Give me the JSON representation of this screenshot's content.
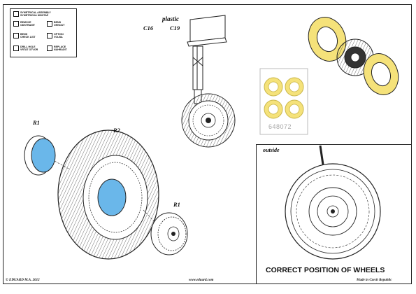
{
  "legend": {
    "items": [
      {
        "text": "SYMETRICAL ASSEMBLY\nSYMETRICKÁ MONTÁŽ",
        "icon": "symmetrical-assembly-icon"
      },
      {
        "text": "REMOVE\nODSTRANIT",
        "icon": "remove-icon"
      },
      {
        "text": "BEND\nOHNOUT",
        "icon": "bend-icon"
      },
      {
        "text": "BEND\nCHECK LIST",
        "icon": "bend-check-icon"
      },
      {
        "text": "OPTION\nVOLBA",
        "icon": "option-icon"
      },
      {
        "text": "DRILL HOLE\nVRTAT OTVOR",
        "icon": "drill-hole-icon"
      },
      {
        "text": "REPLACE\nNAHRADIT",
        "icon": "replace-icon"
      }
    ]
  },
  "plastic": {
    "label": "plastic",
    "part_a": "C16",
    "part_b": "C19"
  },
  "mask": {
    "number": "648072"
  },
  "parts": {
    "r1_left": "R1",
    "r2": "R2",
    "r1_right": "R1"
  },
  "inset": {
    "label": "outside",
    "caption": "CORRECT POSITION OF WHEELS"
  },
  "footer": {
    "copyright": "© EDUARD M.A. 2012",
    "url": "www.eduard.com",
    "made_in": "Made in Czech Republic"
  },
  "colors": {
    "mask": "#f5e27a",
    "mask_stroke": "#8a7a30",
    "hub": "#6ab7ea",
    "line": "#222222"
  }
}
